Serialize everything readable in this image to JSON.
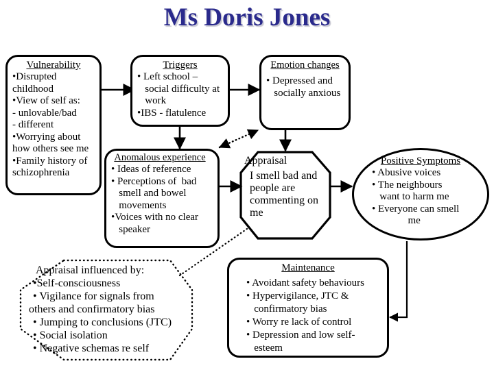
{
  "title": "Ms Doris Jones",
  "diagram": {
    "type": "cognitive-formulation-flow-diagram",
    "accent_color": "#2a2a8c",
    "line_color": "#000000",
    "background": "#ffffff",
    "nodes": [
      {
        "id": "vulnerability",
        "shape": "rounded-rectangle",
        "header": "Vulnerability",
        "lines": [
          "•Disrupted",
          "childhood",
          "•View of self as:",
          "- unlovable/bad",
          "- different",
          "•Worrying about",
          "how others see me",
          "•Family history of",
          "schizophrenia"
        ]
      },
      {
        "id": "triggers",
        "shape": "rounded-rectangle",
        "header": "Triggers",
        "lines": [
          "• Left school –",
          "   social difficulty at",
          "   work",
          "•IBS - flatulence"
        ]
      },
      {
        "id": "emotion-changes",
        "shape": "rounded-rectangle",
        "header": "Emotion changes",
        "lines": [
          "• Depressed and",
          "   socially anxious"
        ]
      },
      {
        "id": "anomalous-experience",
        "shape": "rounded-rectangle",
        "header": "Anomalous experience",
        "lines": [
          "• Ideas of reference",
          "• Perceptions of  bad",
          "   smell and bowel",
          "   movements",
          "•Voices with no clear",
          "   speaker"
        ]
      },
      {
        "id": "appraisal",
        "shape": "octagon",
        "header": "Appraisal",
        "lines": [
          "I smell bad and",
          "people are",
          "commenting on",
          "me"
        ]
      },
      {
        "id": "positive-symptoms",
        "shape": "ellipse",
        "header": "Positive Symptoms",
        "lines": [
          "• Abusive voices",
          "• The neighbours",
          "   want to harm me",
          "• Everyone can smell",
          "              me"
        ]
      },
      {
        "id": "appraisal-influenced-by",
        "shape": "dotted-octagon",
        "header": "Appraisal influenced by:",
        "lines": [
          "•Self-consciousness",
          "• Vigilance for signals from",
          "others and confirmatory bias",
          "• Jumping to conclusions (JTC)",
          "• Social isolation",
          "• Negative schemas re self"
        ]
      },
      {
        "id": "maintenance",
        "shape": "rounded-rectangle",
        "header": "Maintenance",
        "lines": [
          "• Avoidant safety behaviours",
          "• Hypervigilance, JTC &",
          "   confirmatory bias",
          "• Worry re lack of control",
          "• Depression and low self-",
          "   esteem"
        ]
      }
    ],
    "connectors": [
      {
        "from": "vulnerability",
        "to": "triggers",
        "style": "solid",
        "arrow": "single"
      },
      {
        "from": "triggers",
        "to": "emotion-changes",
        "style": "solid",
        "arrow": "single"
      },
      {
        "from": "triggers",
        "to": "anomalous-experience",
        "style": "solid",
        "arrow": "single"
      },
      {
        "from": "anomalous-experience",
        "to": "emotion-changes",
        "style": "dotted",
        "arrow": "double"
      },
      {
        "from": "emotion-changes",
        "to": "appraisal",
        "style": "solid",
        "arrow": "single"
      },
      {
        "from": "anomalous-experience",
        "to": "appraisal",
        "style": "solid",
        "arrow": "single"
      },
      {
        "from": "appraisal",
        "to": "positive-symptoms",
        "style": "solid",
        "arrow": "single"
      },
      {
        "from": "appraisal-influenced-by",
        "to": "appraisal",
        "style": "dotted",
        "arrow": "none"
      },
      {
        "from": "positive-symptoms",
        "to": "maintenance",
        "style": "solid",
        "arrow": "single"
      }
    ]
  }
}
